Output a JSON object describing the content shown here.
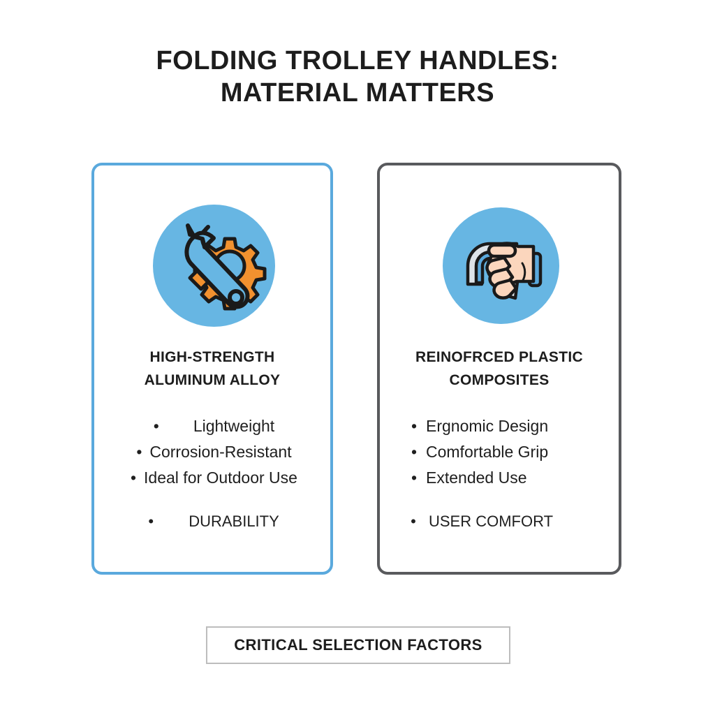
{
  "title": {
    "line1": "FOLDING TROLLEY HANDLES:",
    "line2": "MATERIAL MATTERS"
  },
  "colors": {
    "background": "#ffffff",
    "text": "#1d1d1d",
    "icon_circle_blue": "#67b6e3",
    "left_card_border": "#5aa9dd",
    "right_card_border": "#595a5d",
    "gear_orange": "#f2912f",
    "skin_tone": "#fbd6bd",
    "handle_gray": "#d8dee3",
    "handle_blue": "#5aa9dd",
    "banner_border": "#bdbdbd",
    "outline": "#1a1a1a"
  },
  "cards": [
    {
      "id": "aluminum-alloy",
      "icon": "wrench-gear-icon",
      "heading_line1": "HIGH-STRENGTH",
      "heading_line2": "ALUMINUM ALLOY",
      "bullets": [
        "Lightweight",
        "Corrosion-Resistant",
        "Ideal for Outdoor Use"
      ],
      "footer_bullet": "DURABILITY",
      "bullet_marker": "•"
    },
    {
      "id": "plastic-composites",
      "icon": "hand-grip-handle-icon",
      "heading_line1": "REINOFRCED PLASTIC",
      "heading_line2": "COMPOSITES",
      "bullets": [
        "Ergnomic Design",
        "Comfortable Grip",
        "Extended Use"
      ],
      "footer_bullet": "USER COMFORT",
      "bullet_marker": "•"
    }
  ],
  "banner": {
    "label": "CRITICAL SELECTION FACTORS"
  }
}
